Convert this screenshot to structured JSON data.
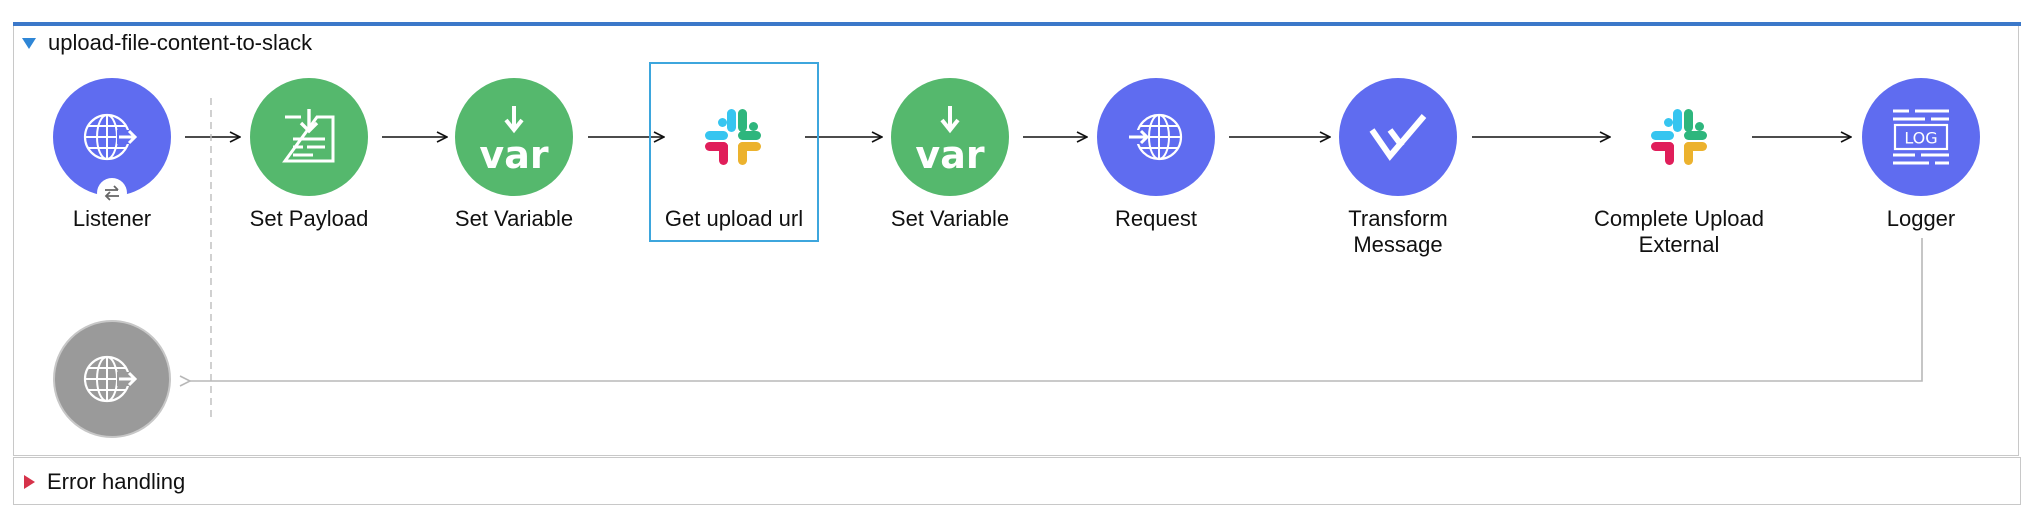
{
  "flow": {
    "title": "upload-file-content-to-slack",
    "nodes": [
      {
        "label": "Listener",
        "icon": "http-listener-icon"
      },
      {
        "label": "Set Payload",
        "icon": "set-payload-icon"
      },
      {
        "label": "Set Variable",
        "icon": "set-variable-icon",
        "icon_text": "var"
      },
      {
        "label": "Get upload url",
        "icon": "slack-icon"
      },
      {
        "label": "Set Variable",
        "icon": "set-variable-icon",
        "icon_text": "var"
      },
      {
        "label": "Request",
        "icon": "http-request-icon"
      },
      {
        "label": "Transform\nMessage",
        "icon": "dataweave-icon"
      },
      {
        "label": "Complete Upload\nExternal",
        "icon": "slack-icon"
      },
      {
        "label": "Logger",
        "icon": "logger-icon",
        "icon_text": "LOG"
      }
    ],
    "response_node": {
      "icon": "http-response-icon"
    },
    "selected_node": "Get upload url"
  },
  "error_handling": {
    "title": "Error handling"
  },
  "colors": {
    "accent_bar": "#3b78c9",
    "connector_blue": "#5f6cf0",
    "core_green": "#55b86d",
    "selection": "#3da6dd",
    "response_grey": "#9a9a9a"
  }
}
